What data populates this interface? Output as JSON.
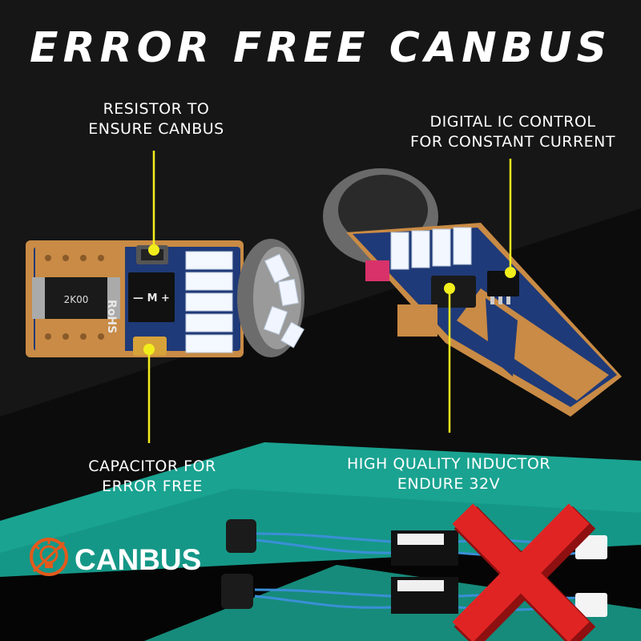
{
  "headline": "ERROR FREE CANBUS",
  "callouts": {
    "resistor": [
      "RESISTOR TO",
      "ENSURE CANBUS"
    ],
    "ic": [
      "DIGITAL IC CONTROL",
      "FOR CONSTANT CURRENT"
    ],
    "capacitor": [
      "CAPACITOR FOR",
      "ERROR FREE"
    ],
    "inductor": [
      "HIGH QUALITY INDUCTOR",
      "ENDURE 32V"
    ]
  },
  "board_marks": {
    "resistor_code": "2K00",
    "rohs": "RoHS",
    "polarity": "— M +"
  },
  "badge": {
    "text": "CANBUS",
    "icon": "warning-bulb-icon"
  },
  "colors": {
    "background": "#0c0c0c",
    "teal": "#1aa391",
    "pointer_yellow": "#f2ee1c",
    "pcb_blue": "#1f3a78",
    "pcb_copper": "#c98b45",
    "cross_red": "#e02424",
    "badge_icon": "#e25a1c"
  },
  "icons": [
    "warning-bulb-icon",
    "red-cross-icon"
  ]
}
